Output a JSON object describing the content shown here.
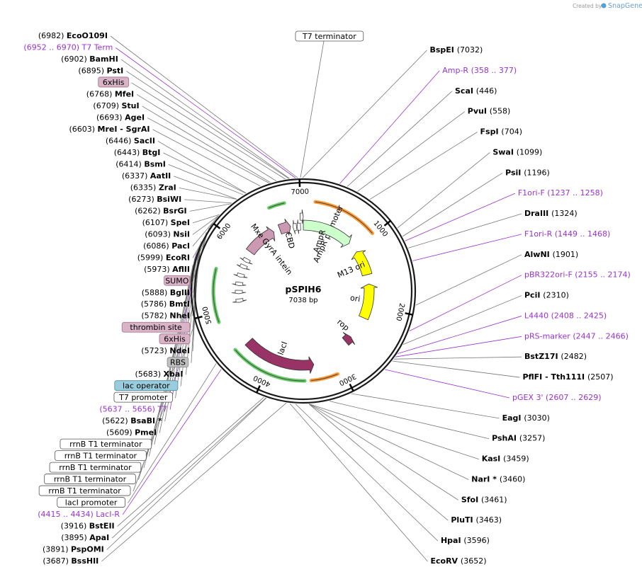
{
  "credit": {
    "prefix": "Created by",
    "brand": "SnapGene"
  },
  "plasmid": {
    "name": "pSPIH6",
    "size_label": "7038 bp",
    "length": 7038
  },
  "ticks": [
    {
      "pos": 1000,
      "label": "1000"
    },
    {
      "pos": 2000,
      "label": "2000"
    },
    {
      "pos": 3000,
      "label": "3000"
    },
    {
      "pos": 4000,
      "label": "4000"
    },
    {
      "pos": 5000,
      "label": "5000"
    },
    {
      "pos": 6000,
      "label": "6000"
    },
    {
      "pos": 7000,
      "label": "7000"
    }
  ],
  "features": [
    {
      "name": "AmpR promoter",
      "start": 6990,
      "end": 7038,
      "strand": 1,
      "color": "#ffffff",
      "label_pos": 470
    },
    {
      "name": "AmpR",
      "start": 1,
      "end": 860,
      "strand": 1,
      "color": "#ccffcc",
      "label_pos": 360
    },
    {
      "name": "M13 ori",
      "start": 1050,
      "end": 1480,
      "strand": -1,
      "color": "#ffff00",
      "label_pos": 1300
    },
    {
      "name": "ori",
      "start": 1640,
      "end": 2230,
      "strand": -1,
      "color": "#ffff00",
      "label_pos": 1930
    },
    {
      "name": "rop",
      "start": 2620,
      "end": 2740,
      "strand": -1,
      "color": "#993366",
      "label_pos": 2560
    },
    {
      "name": "lacI",
      "start": 3360,
      "end": 4440,
      "strand": -1,
      "color": "#993366",
      "label_pos": 3900
    },
    {
      "name": "Mxe GyrA intein",
      "start": 5990,
      "end": 6520,
      "strand": 1,
      "color": "#cc99b3",
      "label_pos": 6300
    },
    {
      "name": "CBD",
      "start": 6630,
      "end": 6820,
      "strand": 1,
      "color": "#cc99b3",
      "label_pos": 6740
    }
  ],
  "small_arrows": [
    5080,
    5230,
    5370,
    5520,
    5680,
    5800,
    6860,
    6930
  ],
  "primer_arcs": [
    {
      "start": 6600,
      "end": 6800,
      "color": "#66cc66"
    },
    {
      "start": 150,
      "end": 980,
      "color": "#ff9933"
    },
    {
      "start": 3080,
      "end": 3420,
      "color": "#ff9933"
    },
    {
      "start": 3500,
      "end": 4480,
      "color": "#66cc66"
    },
    {
      "start": 4880,
      "end": 5560,
      "color": "#66cc66"
    }
  ],
  "legend_right": [
    {
      "pos": 7032,
      "text": "BspEI",
      "num": "(7032)",
      "type": "enzyme"
    },
    {
      "pos": 367,
      "text": "Amp-R",
      "num": "(358 .. 377)",
      "type": "primer"
    },
    {
      "pos": 446,
      "text": "ScaI",
      "num": "(446)",
      "type": "enzyme"
    },
    {
      "pos": 558,
      "text": "PvuI",
      "num": "(558)",
      "type": "enzyme"
    },
    {
      "pos": 704,
      "text": "FspI",
      "num": "(704)",
      "type": "enzyme"
    },
    {
      "pos": 1099,
      "text": "SwaI",
      "num": "(1099)",
      "type": "enzyme"
    },
    {
      "pos": 1196,
      "text": "PsiI",
      "num": "(1196)",
      "type": "enzyme"
    },
    {
      "pos": 1247,
      "text": "F1ori-F",
      "num": "(1237 .. 1258)",
      "type": "primer"
    },
    {
      "pos": 1324,
      "text": "DraIII",
      "num": "(1324)",
      "type": "enzyme"
    },
    {
      "pos": 1458,
      "text": "F1ori-R",
      "num": "(1449 .. 1468)",
      "type": "primer"
    },
    {
      "pos": 1901,
      "text": "AlwNI",
      "num": "(1901)",
      "type": "enzyme"
    },
    {
      "pos": 2165,
      "text": "pBR322ori-F",
      "num": "(2155 .. 2174)",
      "type": "primer"
    },
    {
      "pos": 2310,
      "text": "PciI",
      "num": "(2310)",
      "type": "enzyme"
    },
    {
      "pos": 2416,
      "text": "L4440",
      "num": "(2408 .. 2425)",
      "type": "primer"
    },
    {
      "pos": 2456,
      "text": "pRS-marker",
      "num": "(2447 .. 2466)",
      "type": "primer"
    },
    {
      "pos": 2482,
      "text": "BstZ17I",
      "num": "(2482)",
      "type": "enzyme"
    },
    {
      "pos": 2507,
      "text": "PflFI - Tth111I",
      "num": "(2507)",
      "type": "enzyme"
    },
    {
      "pos": 2618,
      "text": "pGEX 3'",
      "num": "(2607 .. 2629)",
      "type": "primer"
    },
    {
      "pos": 3030,
      "text": "EagI",
      "num": "(3030)",
      "type": "enzyme"
    },
    {
      "pos": 3257,
      "text": "PshAI",
      "num": "(3257)",
      "type": "enzyme"
    },
    {
      "pos": 3459,
      "text": "KasI",
      "num": "(3459)",
      "type": "enzyme"
    },
    {
      "pos": 3460,
      "text": "NarI *",
      "num": "(3460)",
      "type": "enzyme"
    },
    {
      "pos": 3461,
      "text": "SfoI",
      "num": "(3461)",
      "type": "enzyme"
    },
    {
      "pos": 3463,
      "text": "PluTI",
      "num": "(3463)",
      "type": "enzyme"
    },
    {
      "pos": 3596,
      "text": "HpaI",
      "num": "(3596)",
      "type": "enzyme"
    },
    {
      "pos": 3652,
      "text": "EcoRV",
      "num": "(3652)",
      "type": "enzyme"
    }
  ],
  "legend_left": [
    {
      "pos": 6982,
      "text": "EcoO109I",
      "num": "(6982)",
      "type": "enzyme"
    },
    {
      "pos": 6961,
      "text": "T7 Term",
      "num": "(6952 .. 6970)",
      "type": "primer"
    },
    {
      "pos": 6902,
      "text": "BamHI",
      "num": "(6902)",
      "type": "enzyme"
    },
    {
      "pos": 6895,
      "text": "PstI",
      "num": "(6895)",
      "type": "enzyme"
    },
    {
      "pos": 6860,
      "text": "6xHis",
      "num": "",
      "type": "boxed",
      "bg": "#d9b3c6",
      "border": "#a07088"
    },
    {
      "pos": 6768,
      "text": "MfeI",
      "num": "(6768)",
      "type": "enzyme"
    },
    {
      "pos": 6709,
      "text": "StuI",
      "num": "(6709)",
      "type": "enzyme"
    },
    {
      "pos": 6693,
      "text": "AgeI",
      "num": "(6693)",
      "type": "enzyme"
    },
    {
      "pos": 6603,
      "text": "MreI - SgrAI",
      "num": "(6603)",
      "type": "enzyme"
    },
    {
      "pos": 6446,
      "text": "SacII",
      "num": "(6446)",
      "type": "enzyme"
    },
    {
      "pos": 6443,
      "text": "BtgI",
      "num": "(6443)",
      "type": "enzyme"
    },
    {
      "pos": 6414,
      "text": "BsmI",
      "num": "(6414)",
      "type": "enzyme"
    },
    {
      "pos": 6337,
      "text": "AatII",
      "num": "(6337)",
      "type": "enzyme"
    },
    {
      "pos": 6335,
      "text": "ZraI",
      "num": "(6335)",
      "type": "enzyme"
    },
    {
      "pos": 6273,
      "text": "BsiWI",
      "num": "(6273)",
      "type": "enzyme"
    },
    {
      "pos": 6262,
      "text": "BsrGI",
      "num": "(6262)",
      "type": "enzyme"
    },
    {
      "pos": 6107,
      "text": "SpeI",
      "num": "(6107)",
      "type": "enzyme"
    },
    {
      "pos": 6093,
      "text": "NsiI",
      "num": "(6093)",
      "type": "enzyme"
    },
    {
      "pos": 6086,
      "text": "PacI",
      "num": "(6086)",
      "type": "enzyme"
    },
    {
      "pos": 5999,
      "text": "EcoRI",
      "num": "(5999)",
      "type": "enzyme"
    },
    {
      "pos": 5973,
      "text": "AflII",
      "num": "(5973)",
      "type": "enzyme"
    },
    {
      "pos": 5940,
      "text": "SUMO",
      "num": "",
      "type": "boxed",
      "bg": "#d9b3c6",
      "border": "#a07088"
    },
    {
      "pos": 5888,
      "text": "BglII",
      "num": "(5888)",
      "type": "enzyme"
    },
    {
      "pos": 5786,
      "text": "BmtI",
      "num": "(5786)",
      "type": "enzyme"
    },
    {
      "pos": 5782,
      "text": "NheI",
      "num": "(5782)",
      "type": "enzyme"
    },
    {
      "pos": 5760,
      "text": "thrombin site",
      "num": "",
      "type": "boxed",
      "bg": "#d9b3c6",
      "border": "#a07088"
    },
    {
      "pos": 5740,
      "text": "6xHis",
      "num": "",
      "type": "boxed",
      "bg": "#d9b3c6",
      "border": "#a07088"
    },
    {
      "pos": 5723,
      "text": "NdeI",
      "num": "(5723)",
      "type": "enzyme"
    },
    {
      "pos": 5705,
      "text": "RBS",
      "num": "",
      "type": "boxed",
      "bg": "#c0c0c0",
      "border": "#888888"
    },
    {
      "pos": 5683,
      "text": "XbaI",
      "num": "(5683)",
      "type": "enzyme"
    },
    {
      "pos": 5665,
      "text": "lac operator",
      "num": "",
      "type": "boxed",
      "bg": "#99ccdd",
      "border": "#4d8ca0"
    },
    {
      "pos": 5655,
      "text": "T7 promoter",
      "num": "",
      "type": "boxed",
      "bg": "#ffffff",
      "border": "#555555"
    },
    {
      "pos": 5646,
      "text": "T7",
      "num": "(5637 .. 5656)",
      "type": "primer"
    },
    {
      "pos": 5622,
      "text": "BsaBI *",
      "num": "(5622)",
      "type": "enzyme"
    },
    {
      "pos": 5609,
      "text": "PmeI",
      "num": "(5609)",
      "type": "enzyme"
    },
    {
      "pos": 5540,
      "text": "rrnB T1 terminator",
      "num": "",
      "type": "boxed",
      "bg": "#ffffff",
      "border": "#555555"
    },
    {
      "pos": 5380,
      "text": "rrnB T1 terminator",
      "num": "",
      "type": "boxed",
      "bg": "#ffffff",
      "border": "#555555"
    },
    {
      "pos": 5230,
      "text": "rrnB T1 terminator",
      "num": "",
      "type": "boxed",
      "bg": "#ffffff",
      "border": "#555555"
    },
    {
      "pos": 5080,
      "text": "rrnB T1 terminator",
      "num": "",
      "type": "boxed",
      "bg": "#ffffff",
      "border": "#555555"
    },
    {
      "pos": 4950,
      "text": "rrnB T1 terminator",
      "num": "",
      "type": "boxed",
      "bg": "#ffffff",
      "border": "#555555"
    },
    {
      "pos": 4500,
      "text": "lacI promoter",
      "num": "",
      "type": "boxed",
      "bg": "#ffffff",
      "border": "#555555"
    },
    {
      "pos": 4424,
      "text": "LacI-R",
      "num": "(4415 .. 4434)",
      "type": "primer"
    },
    {
      "pos": 3916,
      "text": "BstEII",
      "num": "(3916)",
      "type": "enzyme"
    },
    {
      "pos": 3895,
      "text": "ApaI",
      "num": "(3895)",
      "type": "enzyme"
    },
    {
      "pos": 3891,
      "text": "PspOMI",
      "num": "(3891)",
      "type": "enzyme"
    },
    {
      "pos": 3687,
      "text": "BssHII",
      "num": "(3687)",
      "type": "enzyme"
    }
  ],
  "top_box": {
    "pos": 7010,
    "text": "T7 terminator",
    "bg": "#ffffff",
    "border": "#555555"
  }
}
